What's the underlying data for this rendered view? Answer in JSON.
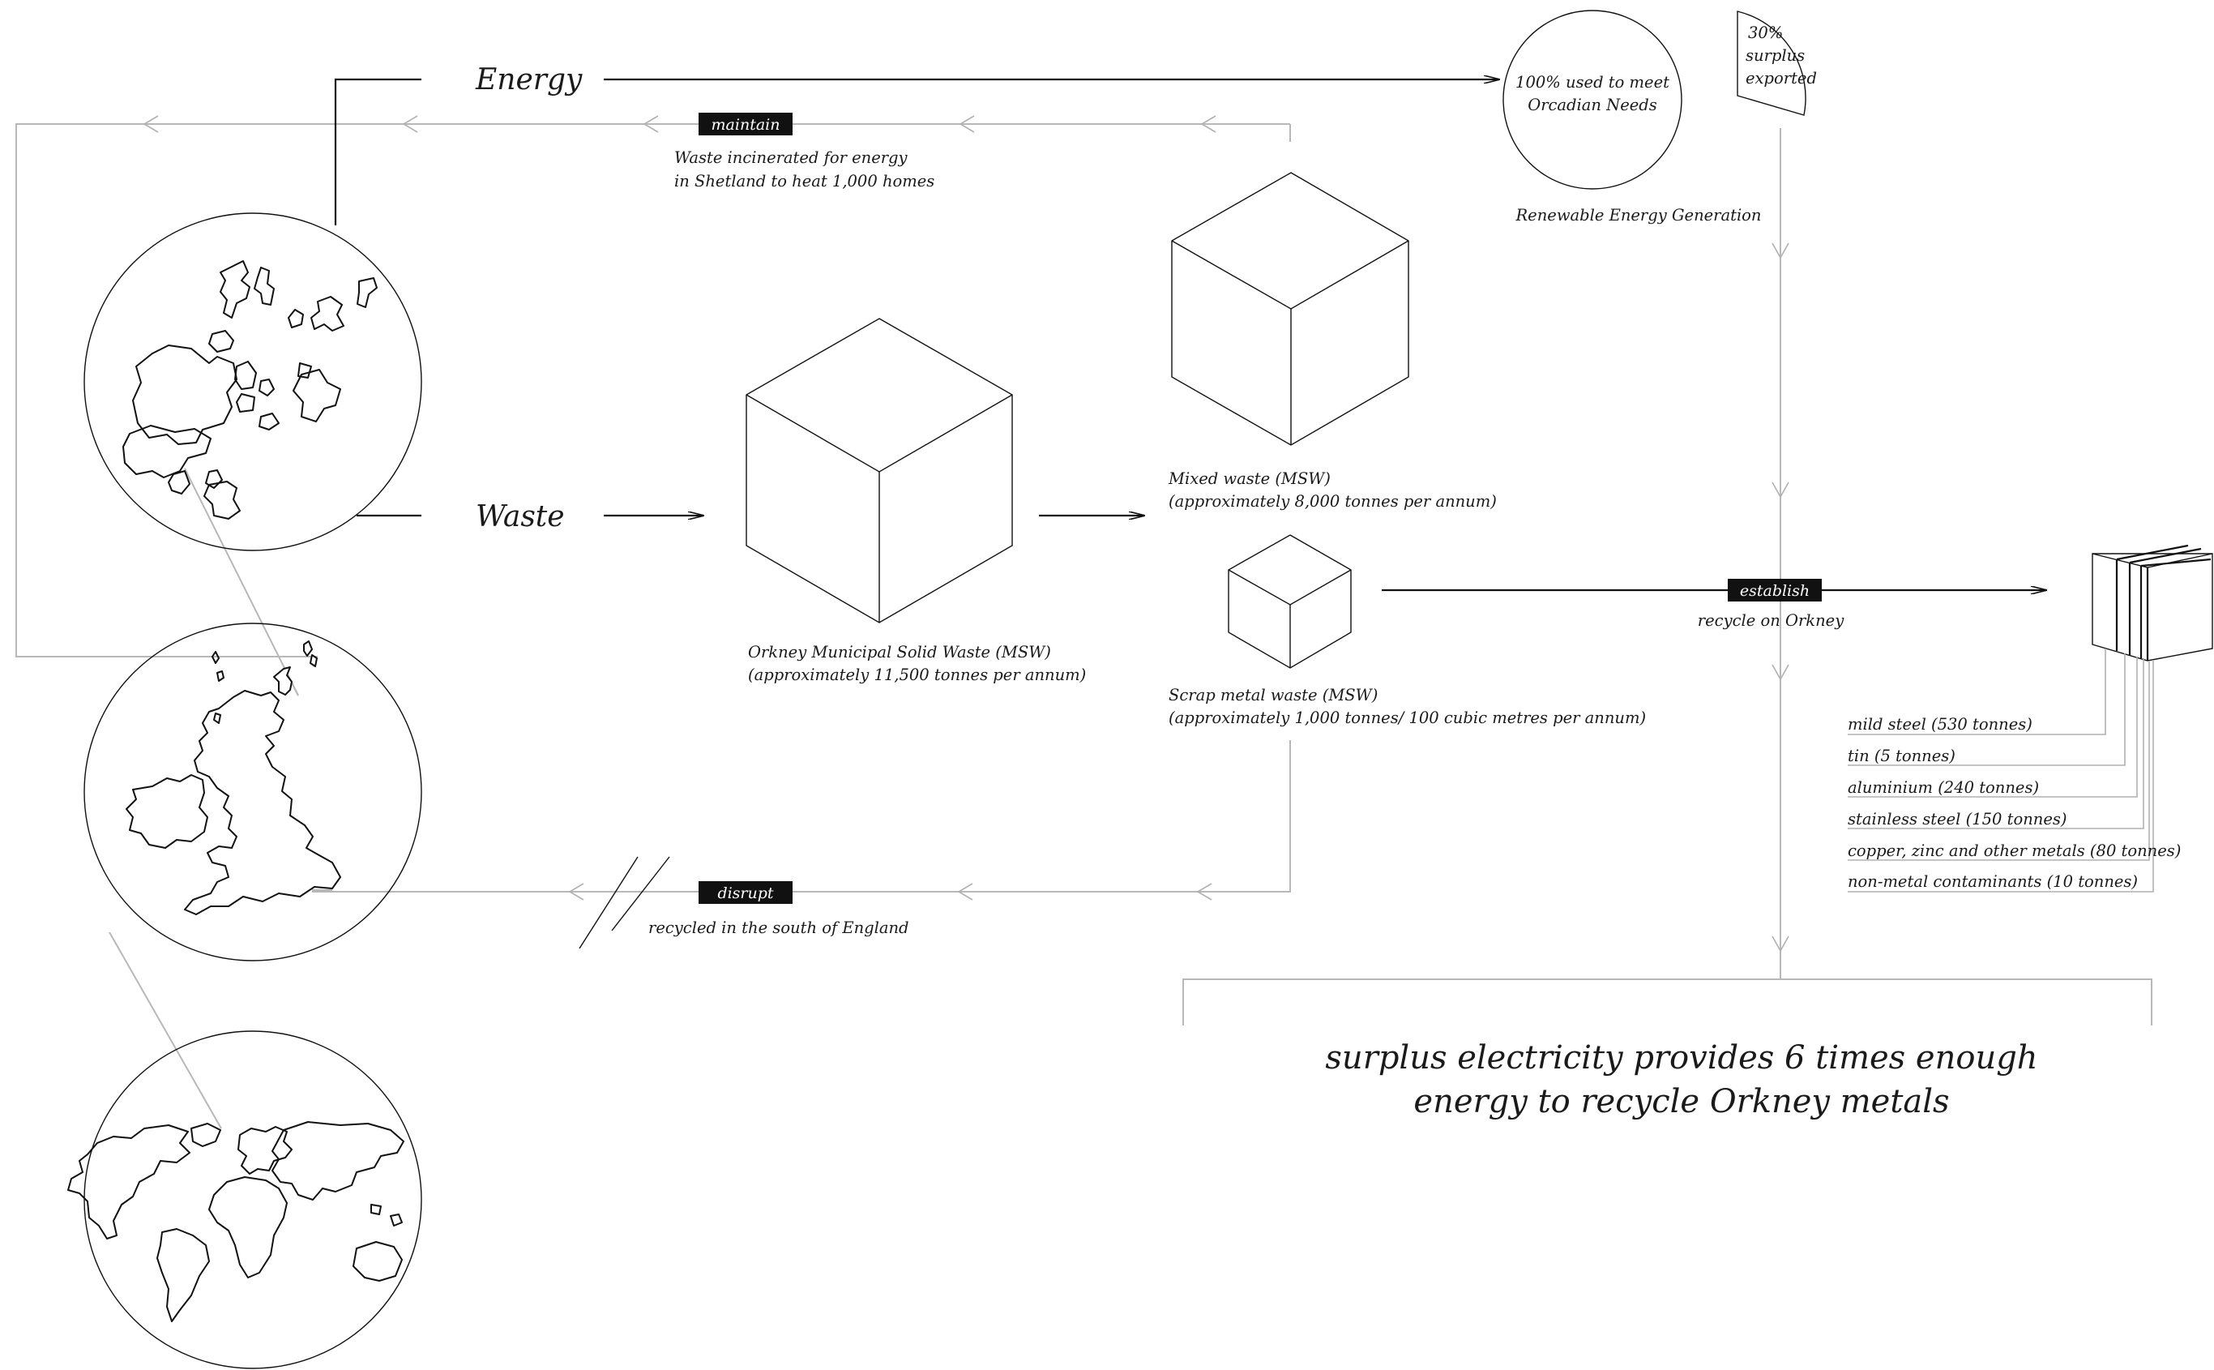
{
  "flows": {
    "energy_label": "Energy",
    "waste_label": "Waste"
  },
  "tags": {
    "maintain": "maintain",
    "disrupt": "disrupt",
    "establish": "establish"
  },
  "shetland": {
    "line1": "Waste incinerated for energy",
    "line2": "in Shetland to heat 1,000 homes"
  },
  "england": {
    "text": "recycled in the south of England"
  },
  "orkney_msw": {
    "line1": "Orkney Municipal Solid Waste (MSW)",
    "line2": "(approximately 11,500 tonnes per annum)"
  },
  "mixed_waste": {
    "line1": "Mixed waste (MSW)",
    "line2": "(approximately 8,000 tonnes per annum)"
  },
  "scrap_metal": {
    "line1": "Scrap metal waste (MSW)",
    "line2": "(approximately 1,000 tonnes/ 100 cubic metres per annum)"
  },
  "renewable": {
    "circle_line1": "100% used to meet",
    "circle_line2": "Orcadian Needs",
    "surplus_line1": "30%",
    "surplus_line2": "surplus",
    "surplus_line3": "exported",
    "caption": "Renewable Energy Generation"
  },
  "orkney_recycle": {
    "text": "recycle on Orkney"
  },
  "metals": [
    "mild steel (530 tonnes)",
    "tin (5 tonnes)",
    "aluminium (240 tonnes)",
    "stainless steel (150 tonnes)",
    "copper, zinc and other metals (80 tonnes)",
    "non-metal contaminants (10 tonnes)"
  ],
  "conclusion": {
    "line1": "surplus electricity provides 6 times enough",
    "line2": "energy to recycle Orkney metals"
  }
}
